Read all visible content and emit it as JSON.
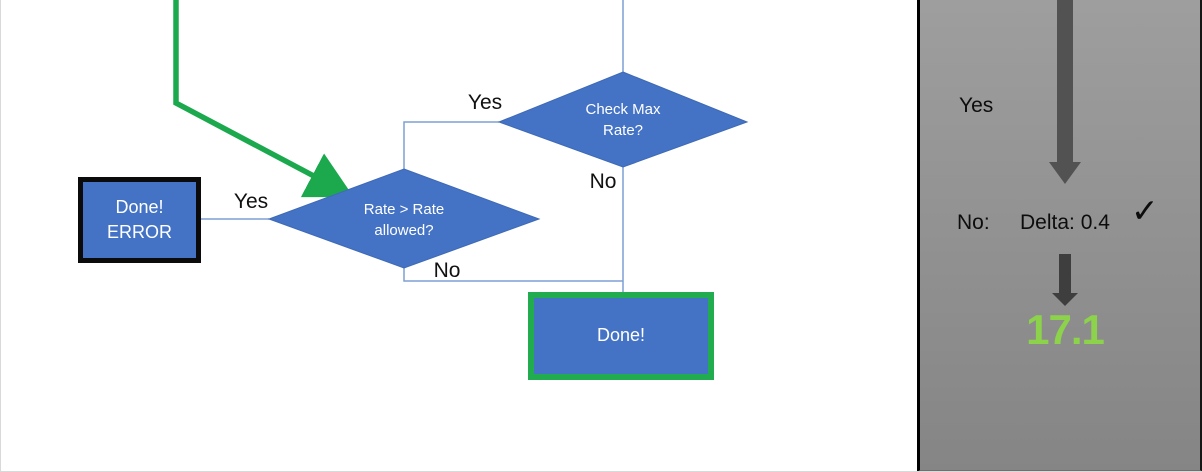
{
  "flowchart": {
    "diamond_check_max": {
      "label": "Check Max\nRate?"
    },
    "diamond_rate_allowed": {
      "label": "Rate > Rate\nallowed?"
    },
    "box_done_error": {
      "label": "Done!\nERROR"
    },
    "box_done": {
      "label": "Done!"
    },
    "edge_labels": {
      "yes_top": "Yes",
      "no_top": "No",
      "yes_left": "Yes",
      "no_bottom": "No"
    }
  },
  "panel": {
    "yes_label": "Yes",
    "no_label": "No:",
    "delta_label": "Delta: 0.4",
    "check_icon": "✓",
    "result_value": "17.1"
  },
  "colors": {
    "shape_blue": "#4472c4",
    "connector_blue": "#7e9fd4",
    "green_path": "#1ca94e",
    "done_border_green": "#21ac50",
    "error_border_black": "#0b0b0b",
    "arrow_gray_top": "#525252",
    "arrow_gray_bottom": "#3e3e3e",
    "panel_gray": "#9e9e9e",
    "result_green": "#8cd24a"
  }
}
